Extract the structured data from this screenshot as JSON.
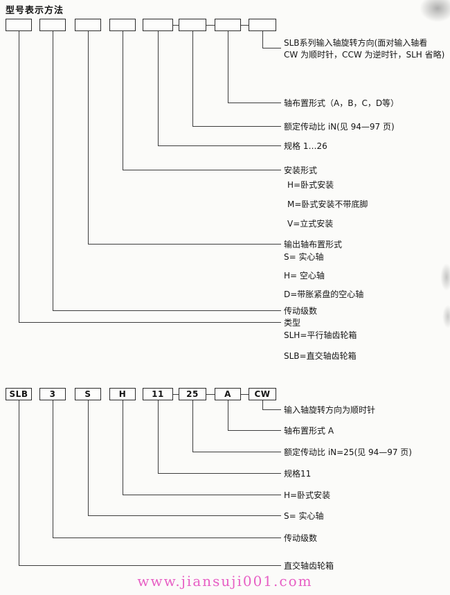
{
  "title": "型号表示方法",
  "watermark": "www.jiansuji001.com",
  "top_diagram": {
    "boxes": [
      "",
      "",
      "",
      "",
      "",
      "",
      "",
      ""
    ],
    "annotations": [
      {
        "lines": [
          "SLB系列输入轴旋转方向(面对输入轴看",
          "CW 为顺时针，CCW 为逆时针，SLH 省略)"
        ]
      },
      {
        "lines": [
          "轴布置形式（A，B，C，D等）"
        ]
      },
      {
        "lines": [
          "额定传动比 iN(见 94—97 页)"
        ]
      },
      {
        "lines": [
          "规格  1…26"
        ]
      },
      {
        "lines": [
          "安装形式"
        ],
        "sub": [
          "H=卧式安装",
          "M=卧式安装不带底脚",
          "V=立式安装"
        ]
      },
      {
        "lines": [
          "输出轴布置形式"
        ],
        "sub": [
          "S= 实心轴",
          "H= 空心轴",
          "D=带胀紧盘的空心轴"
        ]
      },
      {
        "lines": [
          "传动级数"
        ]
      },
      {
        "lines": [
          "类型"
        ],
        "sub": [
          "SLH=平行轴齿轮箱",
          "SLB=直交轴齿轮箱"
        ]
      }
    ]
  },
  "example_diagram": {
    "boxes": [
      "SLB",
      "3",
      "S",
      "H",
      "11",
      "25",
      "A",
      "CW"
    ],
    "annotations": [
      "输入轴旋转方向为顺时针",
      "轴布置形式 A",
      "额定传动比 iN=25(见 94—97 页)",
      "规格11",
      "H=卧式安装",
      "S= 实心轴",
      "传动级数",
      "直交轴齿轮箱"
    ]
  }
}
